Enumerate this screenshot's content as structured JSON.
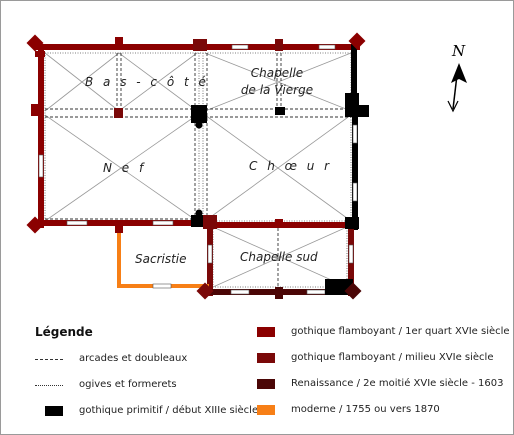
{
  "rooms": {
    "bas_cote": "B a s - c ô t é",
    "chapelle_vierge_line1": "Chapelle",
    "chapelle_vierge_line2": "de la Vierge",
    "nef": "N e f",
    "choeur": "C h œ u r",
    "sacristie": "Sacristie",
    "chapelle_sud": "Chapelle sud"
  },
  "compass": {
    "letter": "N"
  },
  "legend": {
    "title": "Légende",
    "items": [
      {
        "label": "arcades et doubleaux",
        "kind": "dashed"
      },
      {
        "label": "ogives et formerets",
        "kind": "dotted"
      },
      {
        "label": "gothique primitif / début XIIIe siècle",
        "kind": "color",
        "color": "#000000"
      },
      {
        "label": "gothique flamboyant / 1er quart XVIe siècle",
        "kind": "color",
        "color": "#8b0000"
      },
      {
        "label": "gothique flamboyant / milieu XVIe siècle",
        "kind": "color",
        "color": "#7a0808"
      },
      {
        "label": "Renaissance / 2e moitié XVIe siècle - 1603",
        "kind": "color",
        "color": "#4b0606"
      },
      {
        "label": "moderne / 1755 ou vers 1870",
        "kind": "color",
        "color": "#f77f16"
      }
    ]
  }
}
